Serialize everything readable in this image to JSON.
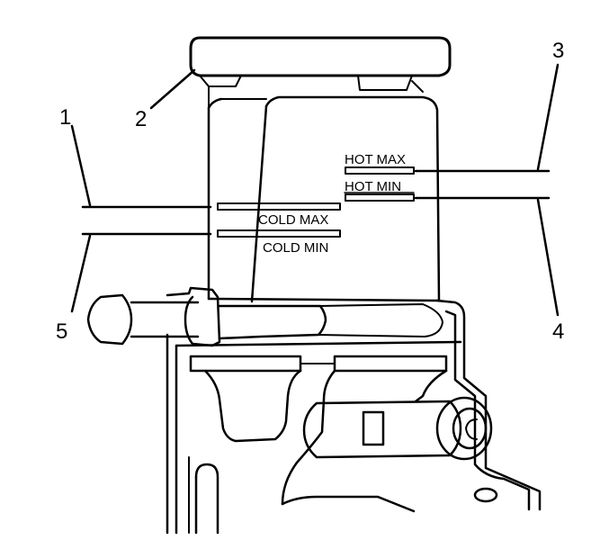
{
  "callouts": [
    {
      "id": "1",
      "text": "1"
    },
    {
      "id": "2",
      "text": "2"
    },
    {
      "id": "3",
      "text": "3"
    },
    {
      "id": "4",
      "text": "4"
    },
    {
      "id": "5",
      "text": "5"
    }
  ],
  "level_marks": {
    "hot_max": "HOT MAX",
    "hot_min": "HOT MIN",
    "cold_max": "COLD MAX",
    "cold_min": "COLD MIN"
  }
}
